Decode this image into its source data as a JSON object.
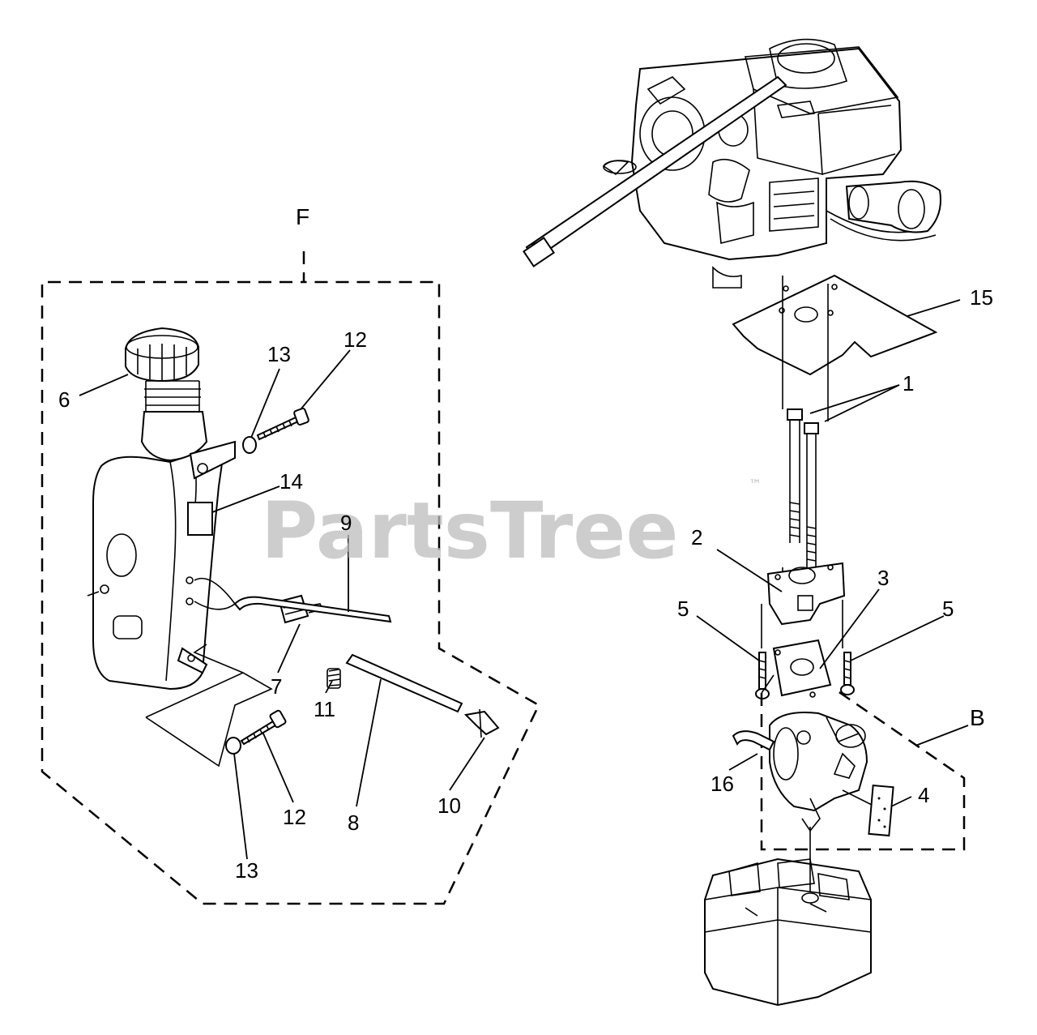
{
  "watermark": {
    "text": "PartsTree",
    "trademark": "™"
  },
  "groups": {
    "F": "F",
    "B": "B"
  },
  "labels": {
    "p1": "1",
    "p2": "2",
    "p3": "3",
    "p4": "4",
    "p5a": "5",
    "p5b": "5",
    "p6": "6",
    "p7": "7",
    "p8": "8",
    "p9": "9",
    "p10": "10",
    "p11": "11",
    "p12a": "12",
    "p12b": "12",
    "p13a": "13",
    "p13b": "13",
    "p14": "14",
    "p15": "15",
    "p16": "16"
  }
}
